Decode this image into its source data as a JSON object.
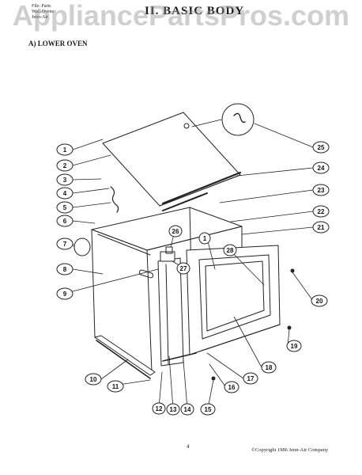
{
  "watermark": "AppliancePartsPros.com",
  "header": {
    "file_lines": [
      "File: Parts",
      "Wall Ovens",
      "Jenn-Air"
    ],
    "title": "II.  BASIC BODY"
  },
  "section_title": "A) LOWER OVEN",
  "callouts": [
    "1",
    "2",
    "3",
    "4",
    "5",
    "6",
    "7",
    "8",
    "9",
    "10",
    "11",
    "12",
    "13",
    "14",
    "15",
    "16",
    "17",
    "18",
    "19",
    "20",
    "21",
    "22",
    "23",
    "24",
    "25",
    "26",
    "27",
    "28",
    "1"
  ],
  "footer": {
    "page_number": "4",
    "copyright": "©Copyright 1986 Jenn-Air Company"
  }
}
